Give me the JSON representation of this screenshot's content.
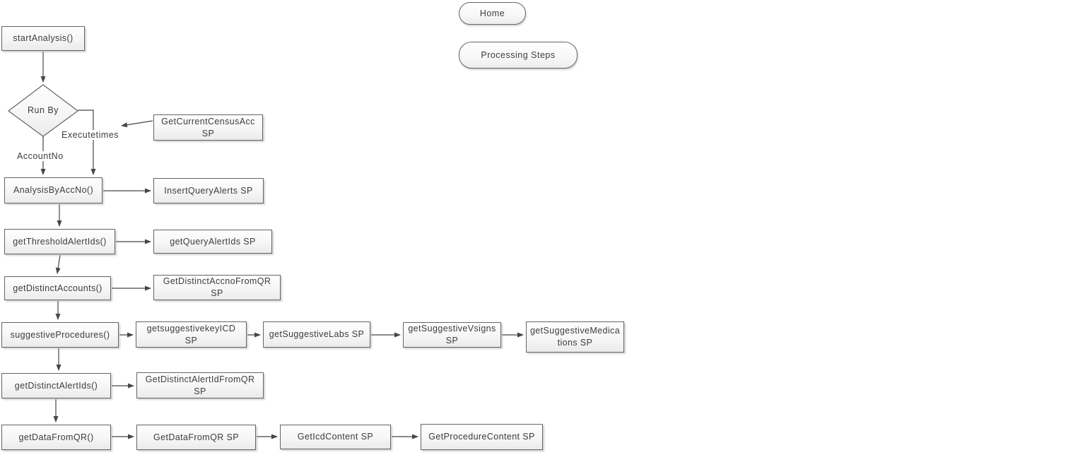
{
  "nav": {
    "home_label": "Home",
    "processing_steps_label": "Processing Steps"
  },
  "flowchart": {
    "decision": {
      "run_by": "Run By"
    },
    "edge_labels": {
      "account_no": "AccountNo",
      "execute_times": "Executetimes"
    },
    "nodes": {
      "start_analysis": "startAnalysis()",
      "get_current_census_acc": "GetCurrentCensusAcc SP",
      "analysis_by_acc_no": "AnalysisByAccNo()",
      "insert_query_alerts": "InsertQueryAlerts SP",
      "get_threshold_alert_ids": "getThresholdAlertIds()",
      "get_query_alert_ids": "getQueryAlertIds SP",
      "get_distinct_accounts": "getDistinctAccounts()",
      "get_distinct_accno_from_qr": "GetDistinctAccnoFromQR SP",
      "suggestive_procedures": "suggestiveProcedures()",
      "get_suggestive_key_icd": "getsuggestivekeyICD SP",
      "get_suggestive_labs": "getSuggestiveLabs SP",
      "get_suggestive_vsigns": "getSuggestiveVsigns SP",
      "get_suggestive_medications": "getSuggestiveMedications SP",
      "get_distinct_alert_ids": "getDistinctAlertIds()",
      "get_distinct_alert_id_from_qr": "GetDistinctAlertIdFromQR SP",
      "get_data_from_qr_fn": "getDataFromQR()",
      "get_data_from_qr_sp": "GetDataFromQR SP",
      "get_icd_content": "GetIcdContent SP",
      "get_procedure_content": "GetProcedureContent SP"
    },
    "colors": {
      "node_border": "#636466",
      "node_fill_top": "#fefefe",
      "node_fill_bottom": "#ebebeb",
      "arrow": "#464646",
      "text": "#3c3c3c",
      "background": "#ffffff"
    }
  }
}
